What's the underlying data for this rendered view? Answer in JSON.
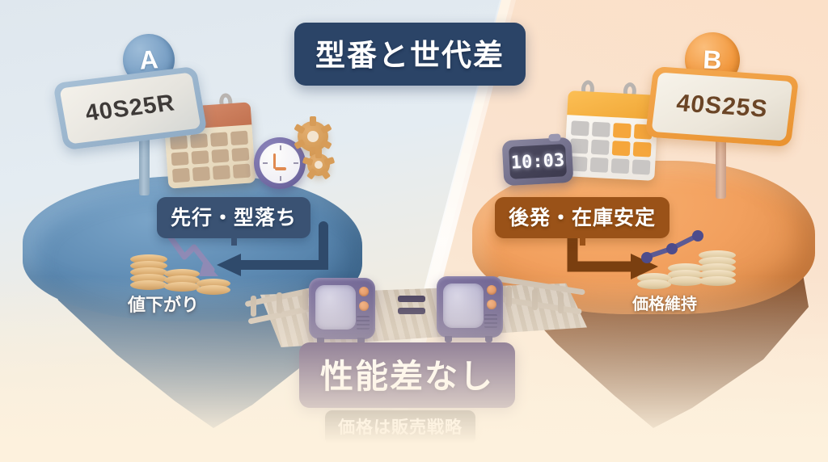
{
  "title": "型番と世代差",
  "background": {
    "left_color": "#e2eaf0",
    "right_color": "#fbe3cd",
    "bottom_color": "#fdf1dd"
  },
  "left_panel": {
    "badge_letter": "A",
    "model_number": "40S25R",
    "tag_label": "先行・型落ち",
    "coins_label": "値下がり",
    "island_color": "#5f8cb4",
    "tag_color": "#3a5273",
    "trend": "down",
    "icons": [
      "calendar-icon",
      "analog-clock-icon",
      "gears-icon",
      "coins-icon",
      "down-arrow-icon"
    ]
  },
  "right_panel": {
    "badge_letter": "B",
    "model_number": "40S25S",
    "tag_label": "後発・在庫安定",
    "coins_label": "価格維持",
    "island_color": "#f2a05e",
    "tag_color": "#9a5218",
    "trend": "up",
    "clock_time": "10:03",
    "icons": [
      "calendar-icon",
      "digital-clock-icon",
      "coins-icon",
      "up-arrow-icon",
      "trend-line-icon"
    ]
  },
  "center": {
    "equals_symbol": "=",
    "main_banner": "性能差なし",
    "sub_banner": "価格は販売戦略",
    "main_banner_color": "#4e3a6b",
    "sub_banner_color": "#3e3b38",
    "tv_count": 2
  },
  "calendar_cells": {
    "left": [
      "",
      "",
      "",
      "",
      "",
      "",
      "",
      "",
      "",
      "",
      "",
      ""
    ],
    "right": [
      "",
      "",
      "",
      "",
      "",
      "",
      "",
      "",
      "",
      "",
      "",
      ""
    ]
  }
}
